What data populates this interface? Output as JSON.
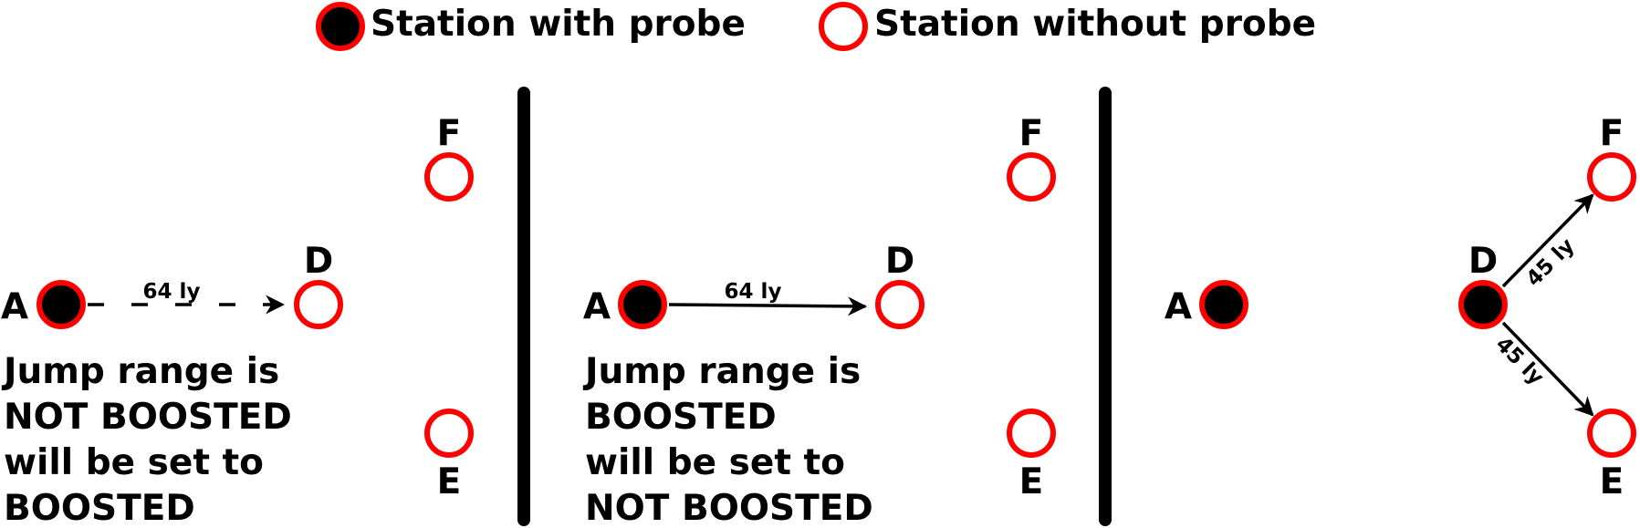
{
  "colors": {
    "ring": "#ff0000",
    "probe_fill": "#000000",
    "empty_fill": "#ffffff",
    "ink": "#000000"
  },
  "legend": {
    "with_probe": "Station with probe",
    "without_probe": "Station without probe"
  },
  "panel1": {
    "nodes": {
      "a": "A",
      "d": "D",
      "f": "F",
      "e": "E"
    },
    "edge_label": "64 ly",
    "edge_style": "dashed",
    "caption": [
      "Jump range is",
      "NOT BOOSTED",
      "will be set to",
      "BOOSTED"
    ]
  },
  "panel2": {
    "nodes": {
      "a": "A",
      "d": "D",
      "f": "F",
      "e": "E"
    },
    "edge_label": "64 ly",
    "edge_style": "solid",
    "caption": [
      "Jump range is",
      "BOOSTED",
      "will be set to",
      "NOT BOOSTED"
    ]
  },
  "panel3": {
    "nodes": {
      "a": "A",
      "d": "D",
      "f": "F",
      "e": "E"
    },
    "edge_df_label": "45 ly",
    "edge_de_label": "45 ly"
  }
}
